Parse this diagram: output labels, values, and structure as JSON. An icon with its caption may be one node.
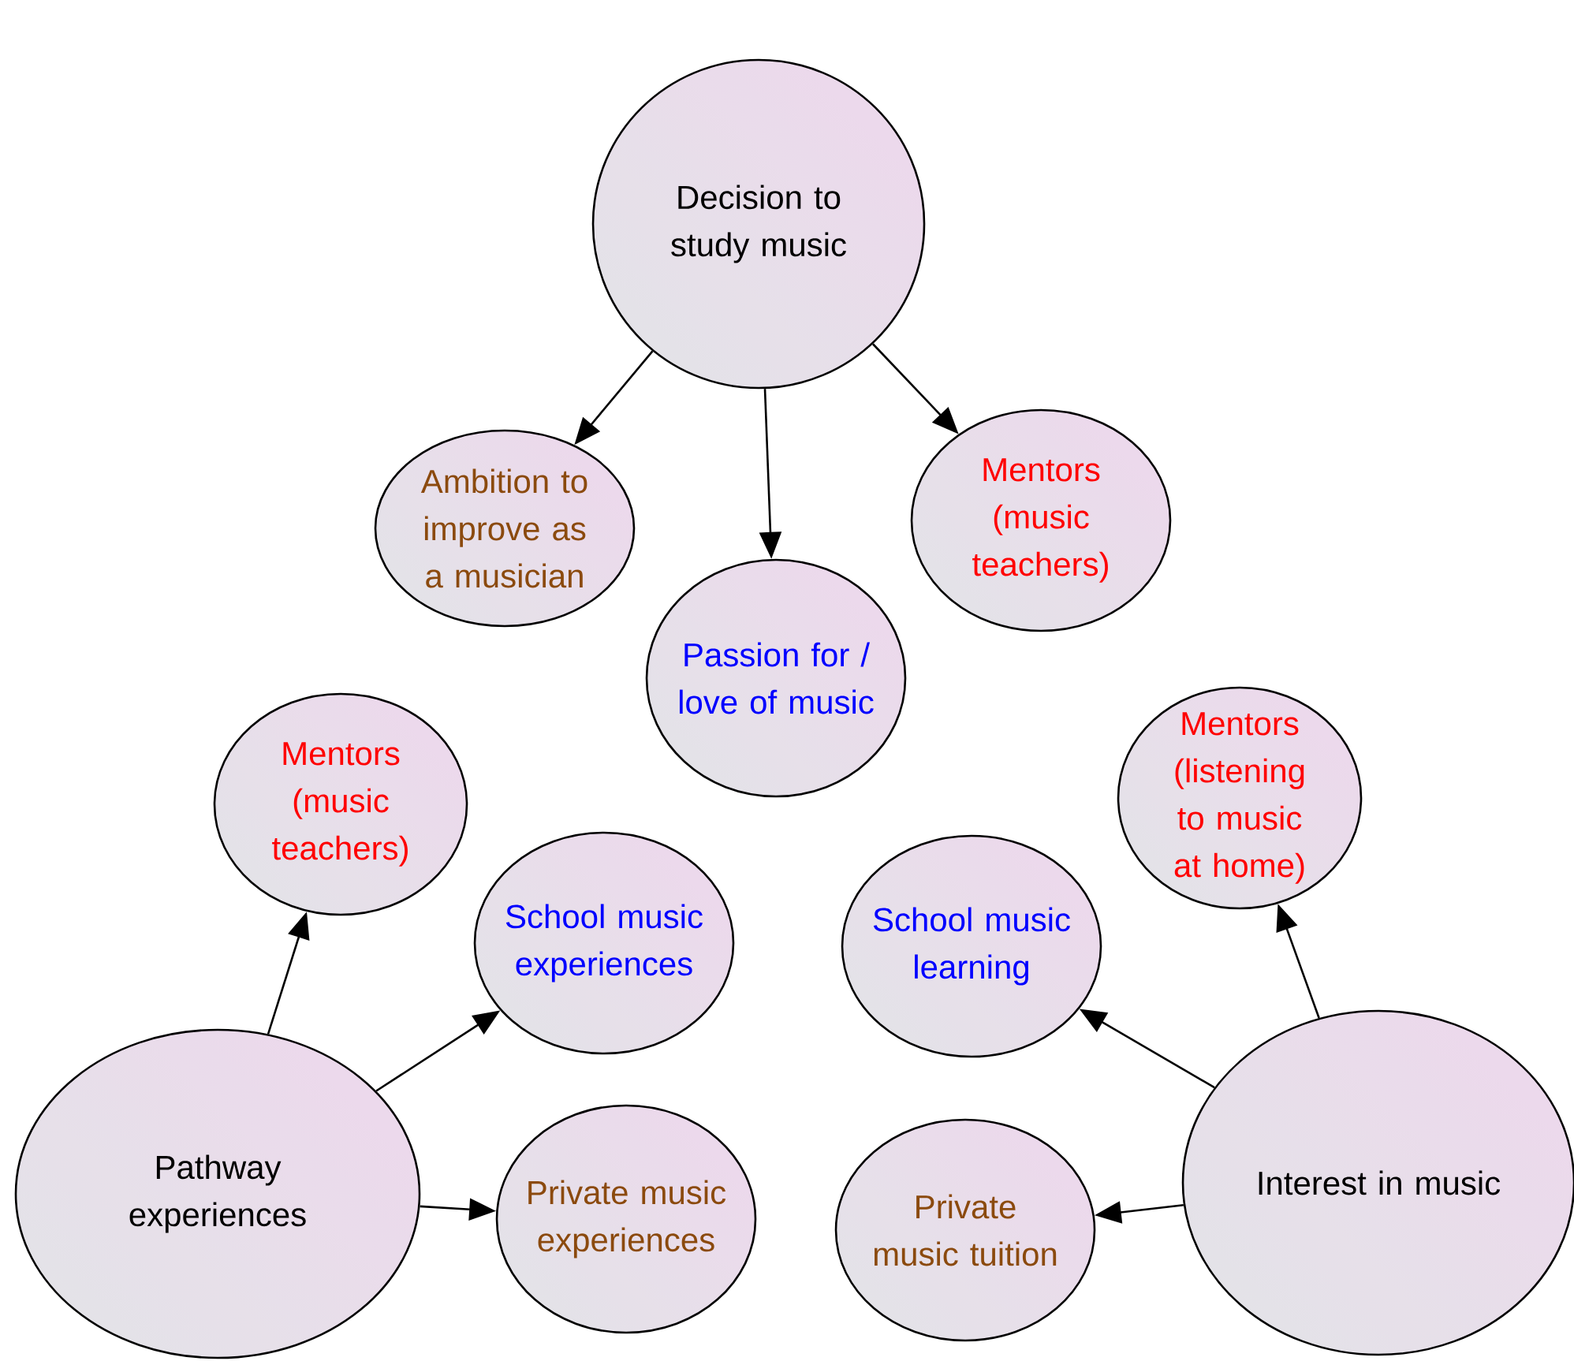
{
  "diagram": {
    "nodes": [
      {
        "text": [
          "Decision to study music"
        ]
      },
      {
        "text": [
          "Ambition to improve as a musician"
        ]
      },
      {
        "text": [
          "Passion for / love of music"
        ]
      },
      {
        "text": [
          "Mentors (music teachers)"
        ]
      },
      {
        "text": [
          "Mentors (music teachers)"
        ]
      },
      {
        "text": [
          "School music experiences"
        ]
      },
      {
        "text": [
          "Pathway experiences"
        ]
      },
      {
        "text": [
          "Private music experiences"
        ]
      },
      {
        "text": [
          "Mentors (listening to music at home)"
        ]
      },
      {
        "text": [
          "School music learning"
        ]
      },
      {
        "text": [
          "Interest in music"
        ]
      },
      {
        "text": [
          "Private music tuition"
        ]
      }
    ],
    "edges": [
      {
        "from": 0,
        "to": 1,
        "arrow": "to"
      },
      {
        "from": 0,
        "to": 2,
        "arrow": "to"
      },
      {
        "from": 0,
        "to": 3,
        "arrow": "to"
      },
      {
        "from": 6,
        "to": 4,
        "arrow": "to"
      },
      {
        "from": 6,
        "to": 5,
        "arrow": "to"
      },
      {
        "from": 6,
        "to": 7,
        "arrow": "to"
      },
      {
        "from": 10,
        "to": 8,
        "arrow": "to"
      },
      {
        "from": 10,
        "to": 9,
        "arrow": "to"
      },
      {
        "from": 10,
        "to": 11,
        "arrow": "to"
      }
    ]
  }
}
